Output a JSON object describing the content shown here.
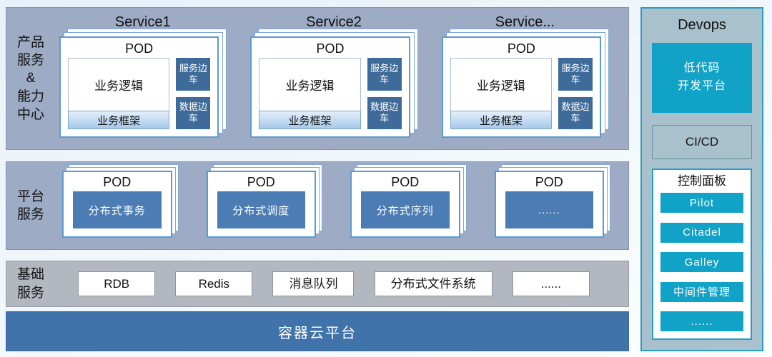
{
  "colors": {
    "band_background": "#9dabc5",
    "basic_band_background": "#b2b7c0",
    "pod_card_border": "#5b9bd5",
    "sidecar_blue": "#3e6b99",
    "component_steel_blue": "#4b7cb3",
    "container_bar_blue": "#4173ab",
    "devops_background": "#a9c1cd",
    "devops_border_teal": "#2a9ec2",
    "accent_teal": "#10a2c7"
  },
  "product_band": {
    "label_lines": [
      "产品",
      "服务",
      "&",
      "能力",
      "中心"
    ],
    "services": [
      {
        "title": "Service1",
        "pod": {
          "title": "POD",
          "logic": "业务逻辑",
          "framework": "业务框架",
          "sidecars": [
            "服务边车",
            "数据边车"
          ]
        }
      },
      {
        "title": "Service2",
        "pod": {
          "title": "POD",
          "logic": "业务逻辑",
          "framework": "业务框架",
          "sidecars": [
            "服务边车",
            "数据边车"
          ]
        }
      },
      {
        "title": "Service...",
        "pod": {
          "title": "POD",
          "logic": "业务逻辑",
          "framework": "业务框架",
          "sidecars": [
            "服务边车",
            "数据边车"
          ]
        }
      }
    ]
  },
  "platform_band": {
    "label_lines": [
      "平台",
      "服务"
    ],
    "pods": [
      {
        "title": "POD",
        "component": "分布式事务"
      },
      {
        "title": "POD",
        "component": "分布式调度"
      },
      {
        "title": "POD",
        "component": "分布式序列"
      },
      {
        "title": "POD",
        "component": "......"
      }
    ]
  },
  "basic_band": {
    "label_lines": [
      "基础",
      "服务"
    ],
    "items": [
      "RDB",
      "Redis",
      "消息队列",
      "分布式文件系统",
      "......"
    ]
  },
  "container_platform": {
    "label": "容器云平台"
  },
  "devops": {
    "title": "Devops",
    "lowcode_lines": [
      "低代码",
      "开发平台"
    ],
    "cicd": "CI/CD",
    "control_panel": {
      "title": "控制面板",
      "items": [
        "Pilot",
        "Citadel",
        "Galley",
        "中间件管理",
        "......"
      ]
    }
  }
}
